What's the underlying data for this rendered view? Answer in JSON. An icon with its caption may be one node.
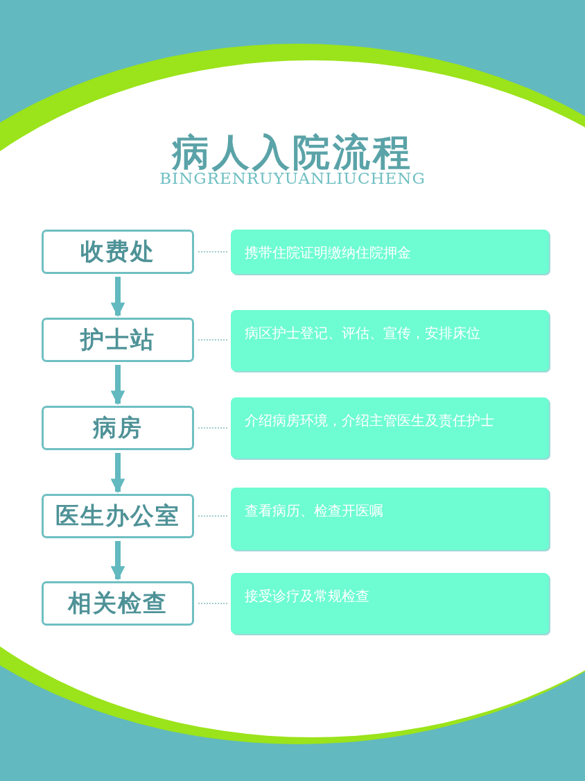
{
  "diagram": {
    "title": "病人入院流程",
    "nodes": [
      {
        "text": [
          "收费处"
        ]
      },
      {
        "text": [
          "携带住院证明缴纳住院押金"
        ]
      },
      {
        "text": [
          "护士站"
        ]
      },
      {
        "text": [
          "病区护士登记、评估、宣传，安排床位"
        ]
      },
      {
        "text": [
          "病房"
        ]
      },
      {
        "text": [
          "介绍病房环境，介绍主管医生及责任护士"
        ]
      },
      {
        "text": [
          "医生办公室"
        ]
      },
      {
        "text": [
          "查看病历、检查开医嘱"
        ]
      },
      {
        "text": [
          "相关检查"
        ]
      },
      {
        "text": [
          "接受诊疗及常规检查"
        ]
      }
    ],
    "edges": [
      {
        "from": 0,
        "to": 1,
        "arrow": "none",
        "style": "dashed"
      },
      {
        "from": 0,
        "to": 2,
        "arrow": "to",
        "style": "thick"
      },
      {
        "from": 2,
        "to": 3,
        "arrow": "none",
        "style": "dashed"
      },
      {
        "from": 2,
        "to": 4,
        "arrow": "to",
        "style": "thick"
      },
      {
        "from": 4,
        "to": 5,
        "arrow": "none",
        "style": "dashed"
      },
      {
        "from": 4,
        "to": 6,
        "arrow": "to",
        "style": "thick"
      },
      {
        "from": 6,
        "to": 7,
        "arrow": "none",
        "style": "dashed"
      },
      {
        "from": 6,
        "to": 8,
        "arrow": "to",
        "style": "thick"
      },
      {
        "from": 8,
        "to": 9,
        "arrow": "none",
        "style": "dashed"
      }
    ],
    "labels": [
      "BINGRENRUYUANLIUCHENG"
    ]
  }
}
